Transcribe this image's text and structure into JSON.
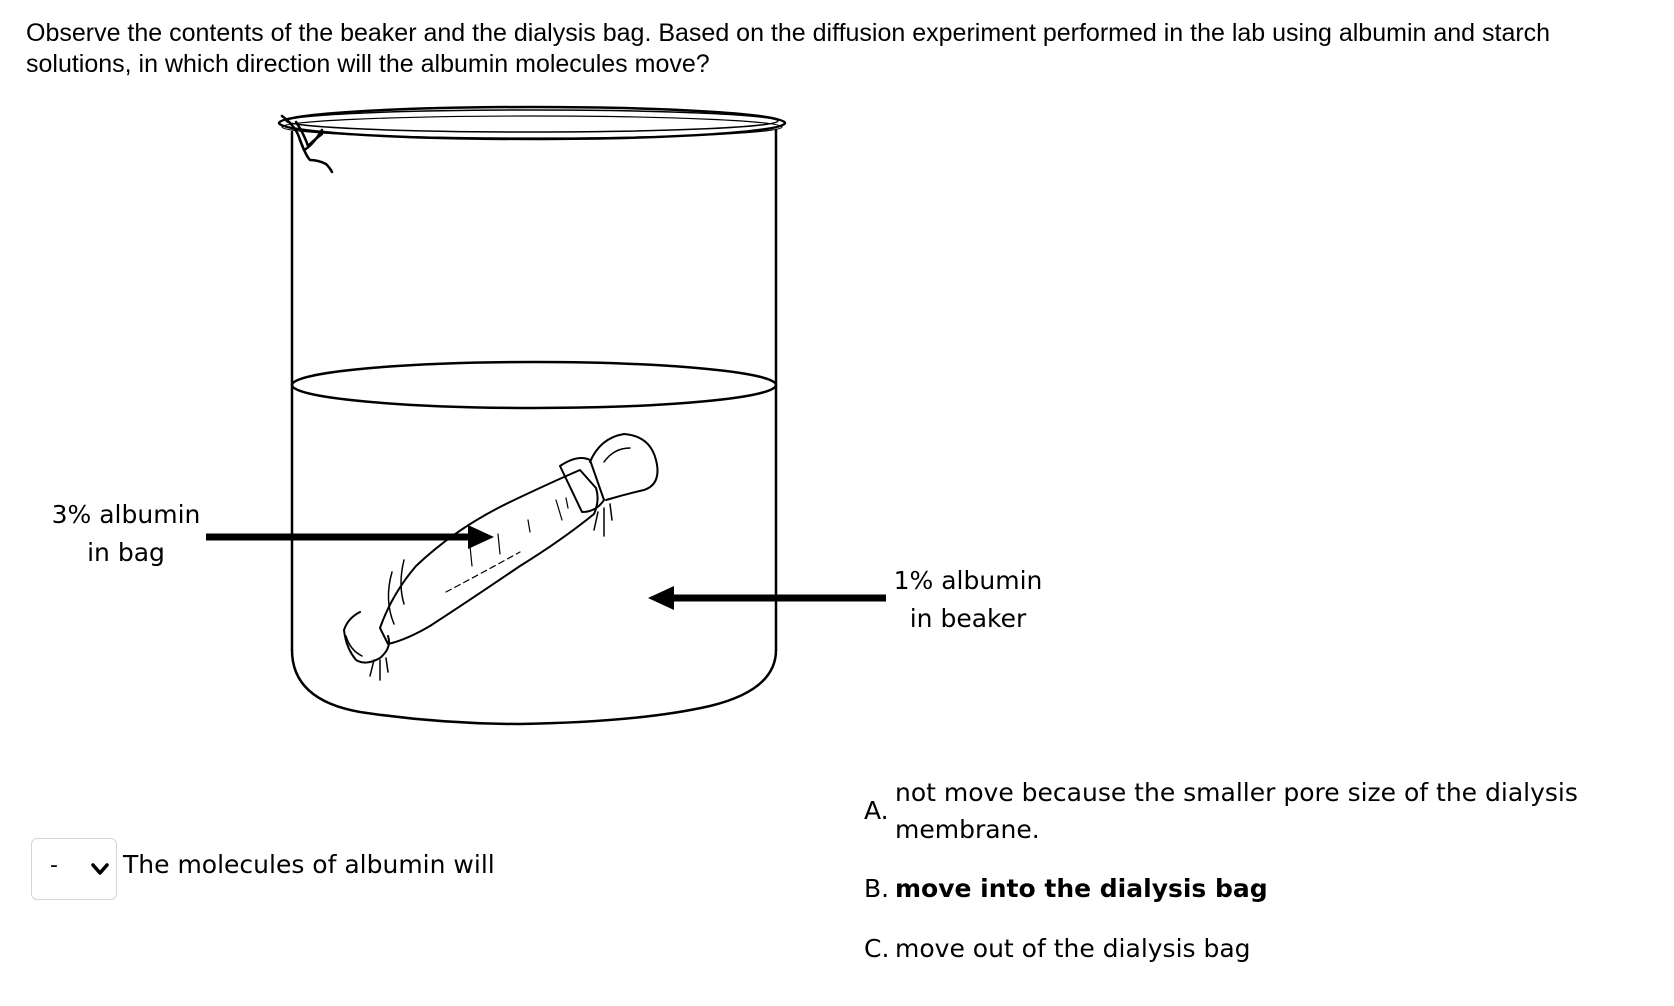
{
  "question": {
    "text": "Observe the contents of the beaker and the dialysis bag. Based on the diffusion experiment performed in the lab using albumin and starch solutions, in which direction will the albumin molecules move?"
  },
  "figure": {
    "bag_label_line1": "3% albumin",
    "bag_label_line2": "in bag",
    "beaker_label_line1": "1% albumin",
    "beaker_label_line2": "in beaker"
  },
  "answer": {
    "dropdown_value": "-",
    "prompt": "The molecules of albumin will",
    "options": [
      {
        "letter": "A.",
        "text": "not move because the smaller pore size of the dialysis membrane."
      },
      {
        "letter": "B.",
        "text": "move into the dialysis bag"
      },
      {
        "letter": "C.",
        "text": "move out of the dialysis bag"
      }
    ]
  },
  "colors": {
    "text": "#000000",
    "dropdown_border": "#d6d6d6"
  }
}
